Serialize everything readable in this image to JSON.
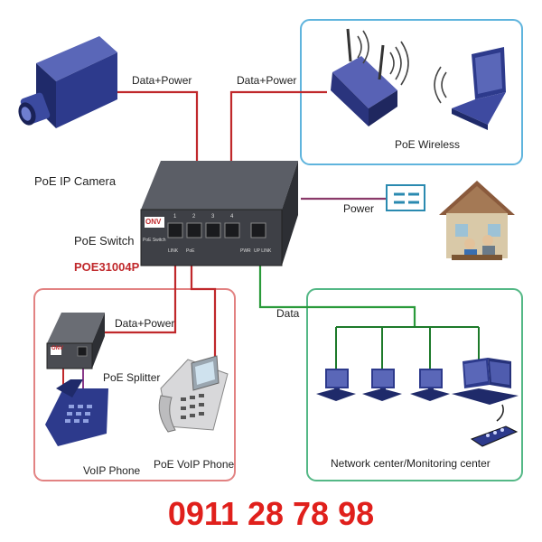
{
  "colors": {
    "power_line": "#c0282b",
    "data_line": "#2a9a3a",
    "lan_line": "#1d7a2a",
    "wireless_box": "#5fb4dd",
    "network_box": "#54b886",
    "phone_box": "#e28282",
    "switch_body": "#3e4046",
    "device_blue": "#2d3a8c",
    "phone_number": "#e0201c",
    "model_red": "#c0282b"
  },
  "labels": {
    "camera_link": "Data+Power",
    "wireless_link": "Data+Power",
    "power_link": "Power",
    "data_link": "Data",
    "splitter_link": "Data+Power",
    "camera_name": "PoE IP Camera",
    "wireless_name": "PoE Wireless",
    "switch_name": "PoE Switch",
    "switch_model": "POE31004P",
    "splitter_name": "PoE  Splitter",
    "voip_phone": "VoIP Phone",
    "poe_voip_phone": "PoE VoIP Phone",
    "network_center": "Network center/Monitoring center"
  },
  "switch_panel": {
    "brand": "ONV",
    "subtitle": "PoE Switch",
    "port_numbers": [
      "1",
      "2",
      "3",
      "4"
    ],
    "link_label": "LINK",
    "poe_label": "PoE",
    "pwr_label": "PWR",
    "uplink_label": "UP LINK"
  },
  "splitter_panel": {
    "brand": "ONV"
  },
  "contact": {
    "phone": "0911 28 78 98"
  }
}
